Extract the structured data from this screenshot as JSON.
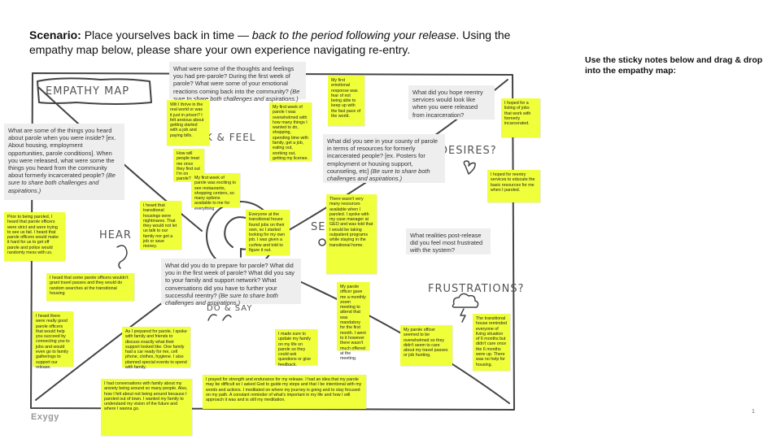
{
  "scenario": {
    "lead": "Scenario:",
    "text1": " Place yourselves back in time — ",
    "emphasis": "back to the period following your release",
    "text2": ". Using the empathy map below, please share your own experience navigating re-entry."
  },
  "side_instruction": "Use the sticky notes below and drag & drop into the empathy map:",
  "map_labels": {
    "title": "EMPATHY MAP",
    "think_feel": "THINK & FEEL",
    "desires": "DESIRES?",
    "hear": "HEAR",
    "see": "SEE",
    "do_say": "DO & SAY",
    "frustrations": "FRUSTRATIONS?"
  },
  "prompts": {
    "think_feel": {
      "main": "What were some of the thoughts and feelings you had pre-parole? During the first week of parole? What were some of your emotional reactions coming back into the community?",
      "note": "(Be sure to share both challenges and aspirations.)"
    },
    "hear": {
      "main": "What are some of the things you heard about parole when you were inside? [ex. About housing, employment opportunities, parole conditions]. When you were released, what were some the things you heard from the community about formerly incarcerated people?",
      "note": "(Be sure to share both challenges and aspirations.)"
    },
    "see": {
      "main": "What did you see in your county of parole in terms of resources for formerly incarcerated people? [ex. Posters for employment or housing support, counseling, etc]",
      "note": "(Be sure to share both challenges and aspirations.)"
    },
    "desires": {
      "main": "What did you hope reentry services would look like when you were released from incarceration?",
      "note": ""
    },
    "frustrations": {
      "main": "What realities post-release did you feel most frustrated with the system?",
      "note": ""
    },
    "do_say": {
      "main": "What did you do to prepare for parole? What did you in the first week of parole? What did you say to your family and support network? What conversations did you have to further your successful reentry?",
      "note": "(Be sure to share both challenges and aspirations.)"
    }
  },
  "stickies": {
    "s1": "Will I thrive in the real world or was it just in prison? I felt anxious about getting started with a job and paying bills.",
    "s2": "How will people treat me once they find out I'm on parole?",
    "s3": "My first week of parole I was overwhelmed with how many things I wanted to do, shopping, spending time with family, get a job, eating out, working out, getting my license.",
    "s4": "My first emotional response was fear of not being able to keep up with the fast pace of the world.",
    "s5": "I hoped for a listing of jobs that work with formerly incarcerated.",
    "s6": "I hoped for reentry services to educate the basic resources for me when I paroled.",
    "s7": "My first week of parole was exciting to see restaurants, shopping centers, so many options available to me for everything",
    "s8": "I heard that transitional housings were nightmares. That they would not let us talk to our family nor get a job or save money.",
    "s9": "Prior to being paroled, I heard that parole officers were strict and were trying to see us fail. I heard that parole officers would make it hard for us to get off parole and police would randomly mess with us.",
    "s10": "Everyone at the transitional house found jobs on their own, so I started looking for my own job. I was given a curfew and told to figure it out.",
    "s11": "There wasn't very many resources available when I paroled. I spoke with my case manager at GEO and was told that I would be taking outpatient programs while staying in the transitional home.",
    "s12": "I heard that some parole officers wouldn't grant travel passes and they would do random searches at the transitional housing",
    "s13": "I heard there were really good parole officers that would help you succeed by connecting you to jobs and would even go to family gatherings to support our release.",
    "s14": "My parole officer gave me a monthly zoom meeting to attend that was mandatory for the first month. I went to it however there wasn't much offered at the meeting.",
    "s15": "As I prepared for parole, I spoke with family and friends to discuss exactly what their support looked like. One family had a car ready for me, cell phone, clothes, hygiene. I also planned special events to spend with family.",
    "s16": "I made sure to update my family on my life on parole so they could ask questions or give feedback.",
    "s17": "My parole officer seemed to be overwhelmed so they didn't seem to care about my travel passes or job hunting.",
    "s18": "The transitional house reminded everyone of living situation of 6 months but didn't care once the 6 months were up. There was no help for housing.",
    "s19": "I had conversations with family about my anxiety being around so many people. Also, how I felt about not being around because I paroled out of town. I wanted my family to understand my vision of the future and where I wanna go.",
    "s20": "I prayed for strength and endurance for my release. I had an idea that my parole may be difficult so I asked God to guide my steps and that I be intentional with my words and actions. I meditated on where my journey is going and to stay focused on my path. A constant reminder of what's important in my life and how I will approach it was and is still my meditation."
  },
  "footer": {
    "logo": "Exygy",
    "page": "1"
  },
  "colors": {
    "sticky": "#efff3a",
    "prompt_box": "#eeeeee",
    "sketch_line": "#444444"
  }
}
